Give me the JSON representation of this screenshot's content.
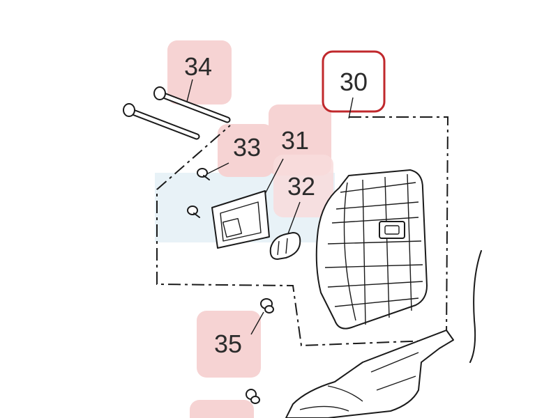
{
  "diagram": {
    "highlight_color": "#f6d3d3",
    "selected_border_color": "#c0282c",
    "band_color": "#e8f2f7",
    "callouts": [
      {
        "id": "c30",
        "text": "30",
        "selected": true
      },
      {
        "id": "c31",
        "text": "31",
        "selected": false
      },
      {
        "id": "c32",
        "text": "32",
        "selected": false
      },
      {
        "id": "c33",
        "text": "33",
        "selected": false
      },
      {
        "id": "c34",
        "text": "34",
        "selected": false
      },
      {
        "id": "c35",
        "text": "35",
        "selected": false
      }
    ],
    "parts": [
      "bolt",
      "bolt",
      "screw",
      "screw",
      "gasket",
      "plate",
      "muffler",
      "heat-shield",
      "nut",
      "nut"
    ]
  }
}
